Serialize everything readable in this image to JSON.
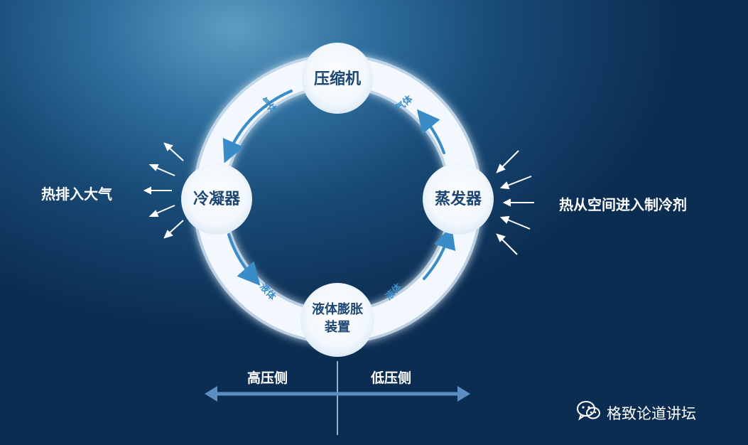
{
  "nodes": {
    "compressor": "压缩机",
    "condenser": "冷凝器",
    "evaporator": "蒸发器",
    "expansion_line1": "液体膨胀",
    "expansion_line2": "装置"
  },
  "flow_labels": {
    "top_left": "气体",
    "top_right": "气体",
    "bottom_left": "液体",
    "bottom_right": "液体"
  },
  "side_text": {
    "left": "热排入大气",
    "right": "热从空间进入制冷剂"
  },
  "pressure": {
    "high": "高压侧",
    "low": "低压侧"
  },
  "watermark": {
    "icon": "wechat-icon",
    "text": "格致论道讲坛"
  },
  "colors": {
    "background": "#184a76",
    "ring": "#eef5fb",
    "node_text": "#1d4672",
    "flow_arrow": "#3a8cc6",
    "pressure_arrow": "#5b8fc4"
  }
}
